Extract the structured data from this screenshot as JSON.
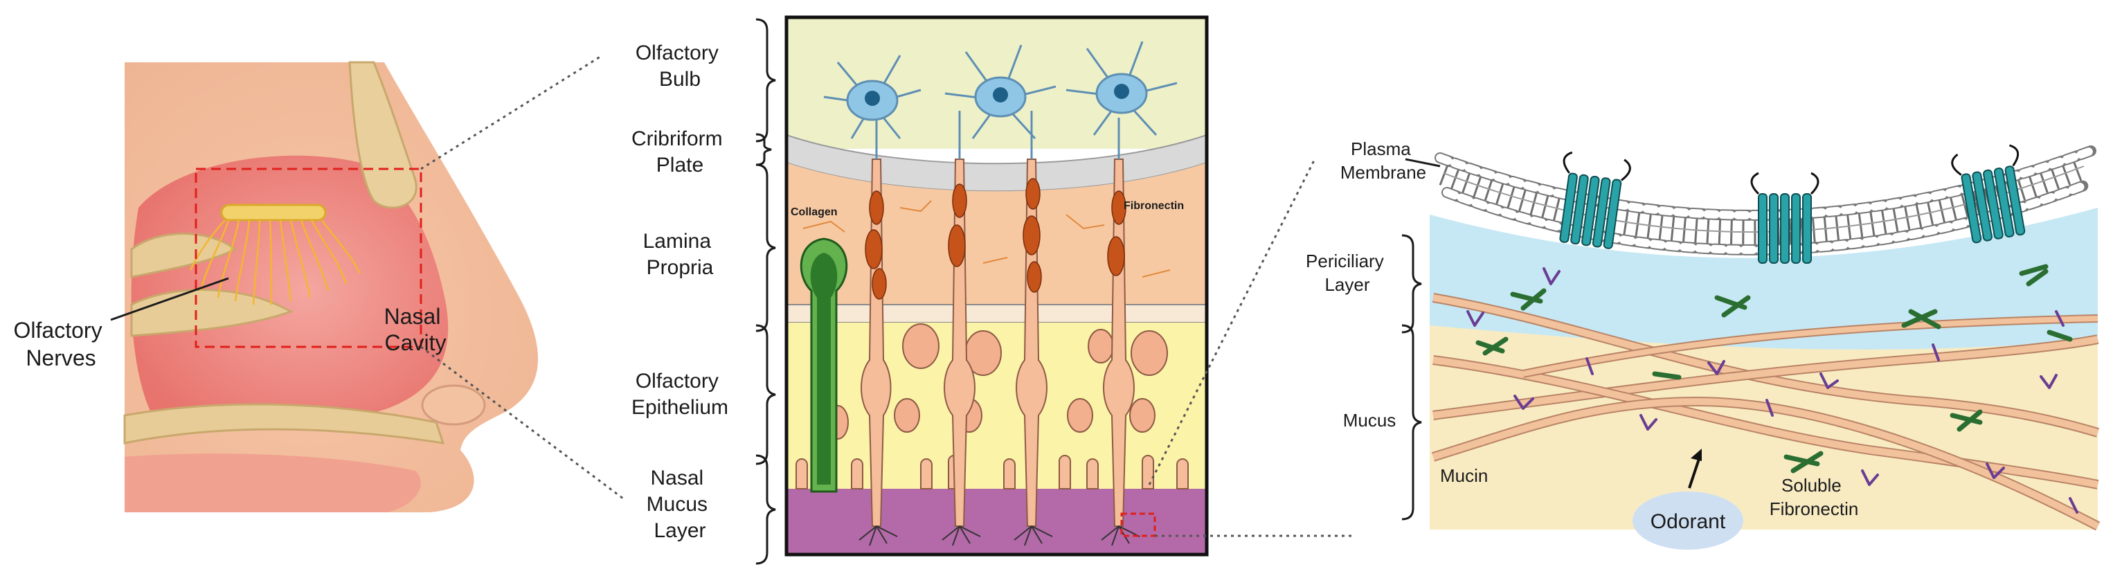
{
  "panel1": {
    "olfactory_nerves": [
      "Olfactory",
      "Nerves"
    ],
    "nasal_cavity": [
      "Nasal",
      "Cavity"
    ]
  },
  "panel2": {
    "layers": [
      {
        "id": "olfactory-bulb",
        "lines": [
          "Olfactory",
          "Bulb"
        ]
      },
      {
        "id": "cribriform-plate",
        "lines": [
          "Cribriform",
          "Plate"
        ]
      },
      {
        "id": "lamina-propria",
        "lines": [
          "Lamina",
          "Propria"
        ]
      },
      {
        "id": "olfactory-epithelium",
        "lines": [
          "Olfactory",
          "Epithelium"
        ]
      },
      {
        "id": "nasal-mucus-layer",
        "lines": [
          "Nasal",
          "Mucus",
          "Layer"
        ]
      }
    ],
    "collagen": "Collagen",
    "fibronectin": "Fibronectin"
  },
  "panel3": {
    "plasma_membrane": [
      "Plasma",
      "Membrane"
    ],
    "periciliary_layer": [
      "Periciliary",
      "Layer"
    ],
    "mucus": "Mucus",
    "mucin": "Mucin",
    "soluble_fibronectin": [
      "Soluble",
      "Fibronectin"
    ],
    "odorant": "Odorant"
  },
  "colors": {
    "olfactory_bulb": "#eef0c8",
    "cribriform_plate": "#d9d9d9",
    "lamina_propria": "#f6c9a3",
    "epithelium": "#fbf3a8",
    "mucus_layer": "#b46aa8",
    "neuron_blue": "#8fc6e6",
    "orange_cells": "#c5531a",
    "goblet_green": "#2d7a2a",
    "periciliary": "#c6e8f4",
    "mucus_panel": "#f8ebc2",
    "receptor_teal": "#2aa3a8",
    "fibronectin_green": "#2b6e32",
    "mucin_purple": "#6a3d93",
    "odorant_bubble": "#cfdff2",
    "highlight_red": "#e0201b"
  }
}
